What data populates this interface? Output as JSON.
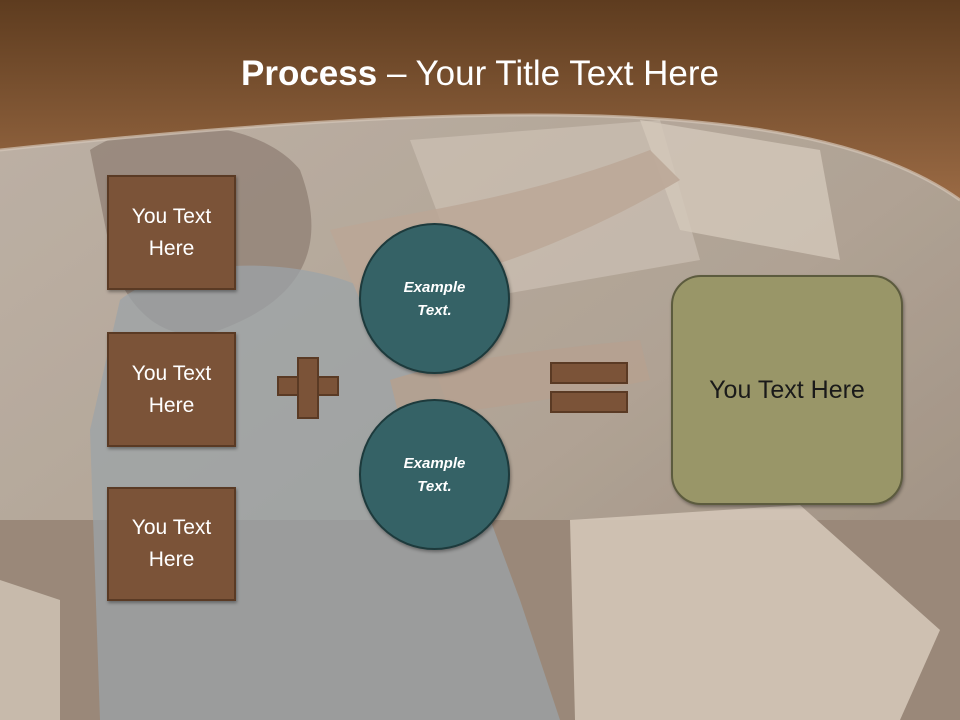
{
  "slide": {
    "title_bold": "Process",
    "title_rest": " – Your Title Text Here",
    "left_boxes": [
      {
        "label": "You Text Here"
      },
      {
        "label": "You Text Here"
      },
      {
        "label": "You Text Here"
      }
    ],
    "circles": [
      {
        "label": "Example Text."
      },
      {
        "label": "Example Text."
      }
    ],
    "result_label": "You Text Here"
  },
  "colors": {
    "header_brown": "#7a5030",
    "box_brown": "#7b5338",
    "circle_teal": "#356266",
    "result_olive": "#999668"
  }
}
